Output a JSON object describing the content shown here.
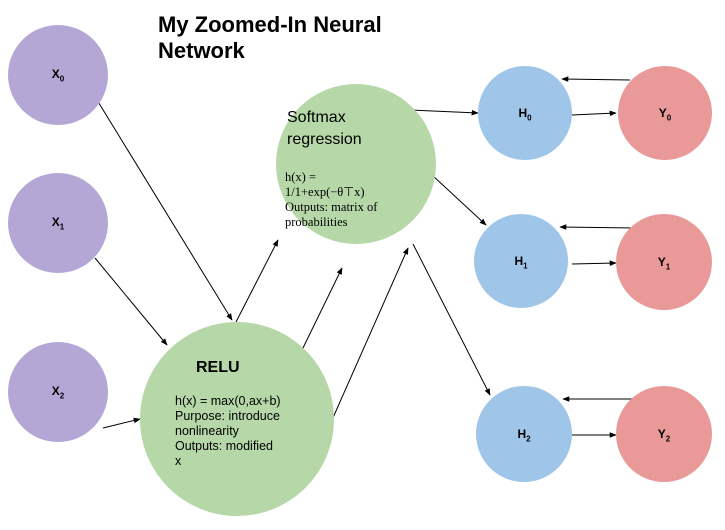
{
  "title": "My Zoomed-In Neural Network",
  "inputs": [
    {
      "label": "X",
      "sub": "0"
    },
    {
      "label": "X",
      "sub": "1"
    },
    {
      "label": "X",
      "sub": "2"
    }
  ],
  "relu": {
    "title": "RELU",
    "line1": "h(x) = max(0,ax+b)",
    "line2": "Purpose: introduce",
    "line3": "nonlinearity",
    "line4": "Outputs: modified",
    "line5": "x"
  },
  "softmax": {
    "title1": "Softmax",
    "title2": "regression",
    "line1": "h(x) =",
    "line2": "1/1+exp(−θ⊤x)",
    "line3": "Outputs: matrix of",
    "line4": "probabilities"
  },
  "hidden": [
    {
      "label": "H",
      "sub": "0"
    },
    {
      "label": "H",
      "sub": "1"
    },
    {
      "label": "H",
      "sub": "2"
    }
  ],
  "outputs": [
    {
      "label": "Y",
      "sub": "0"
    },
    {
      "label": "Y",
      "sub": "1"
    },
    {
      "label": "Y",
      "sub": "2"
    }
  ],
  "colors": {
    "input": "#b4a7d6",
    "hidden": "#9fc5e8",
    "output": "#ea9999",
    "layer": "#b6d7a8"
  }
}
